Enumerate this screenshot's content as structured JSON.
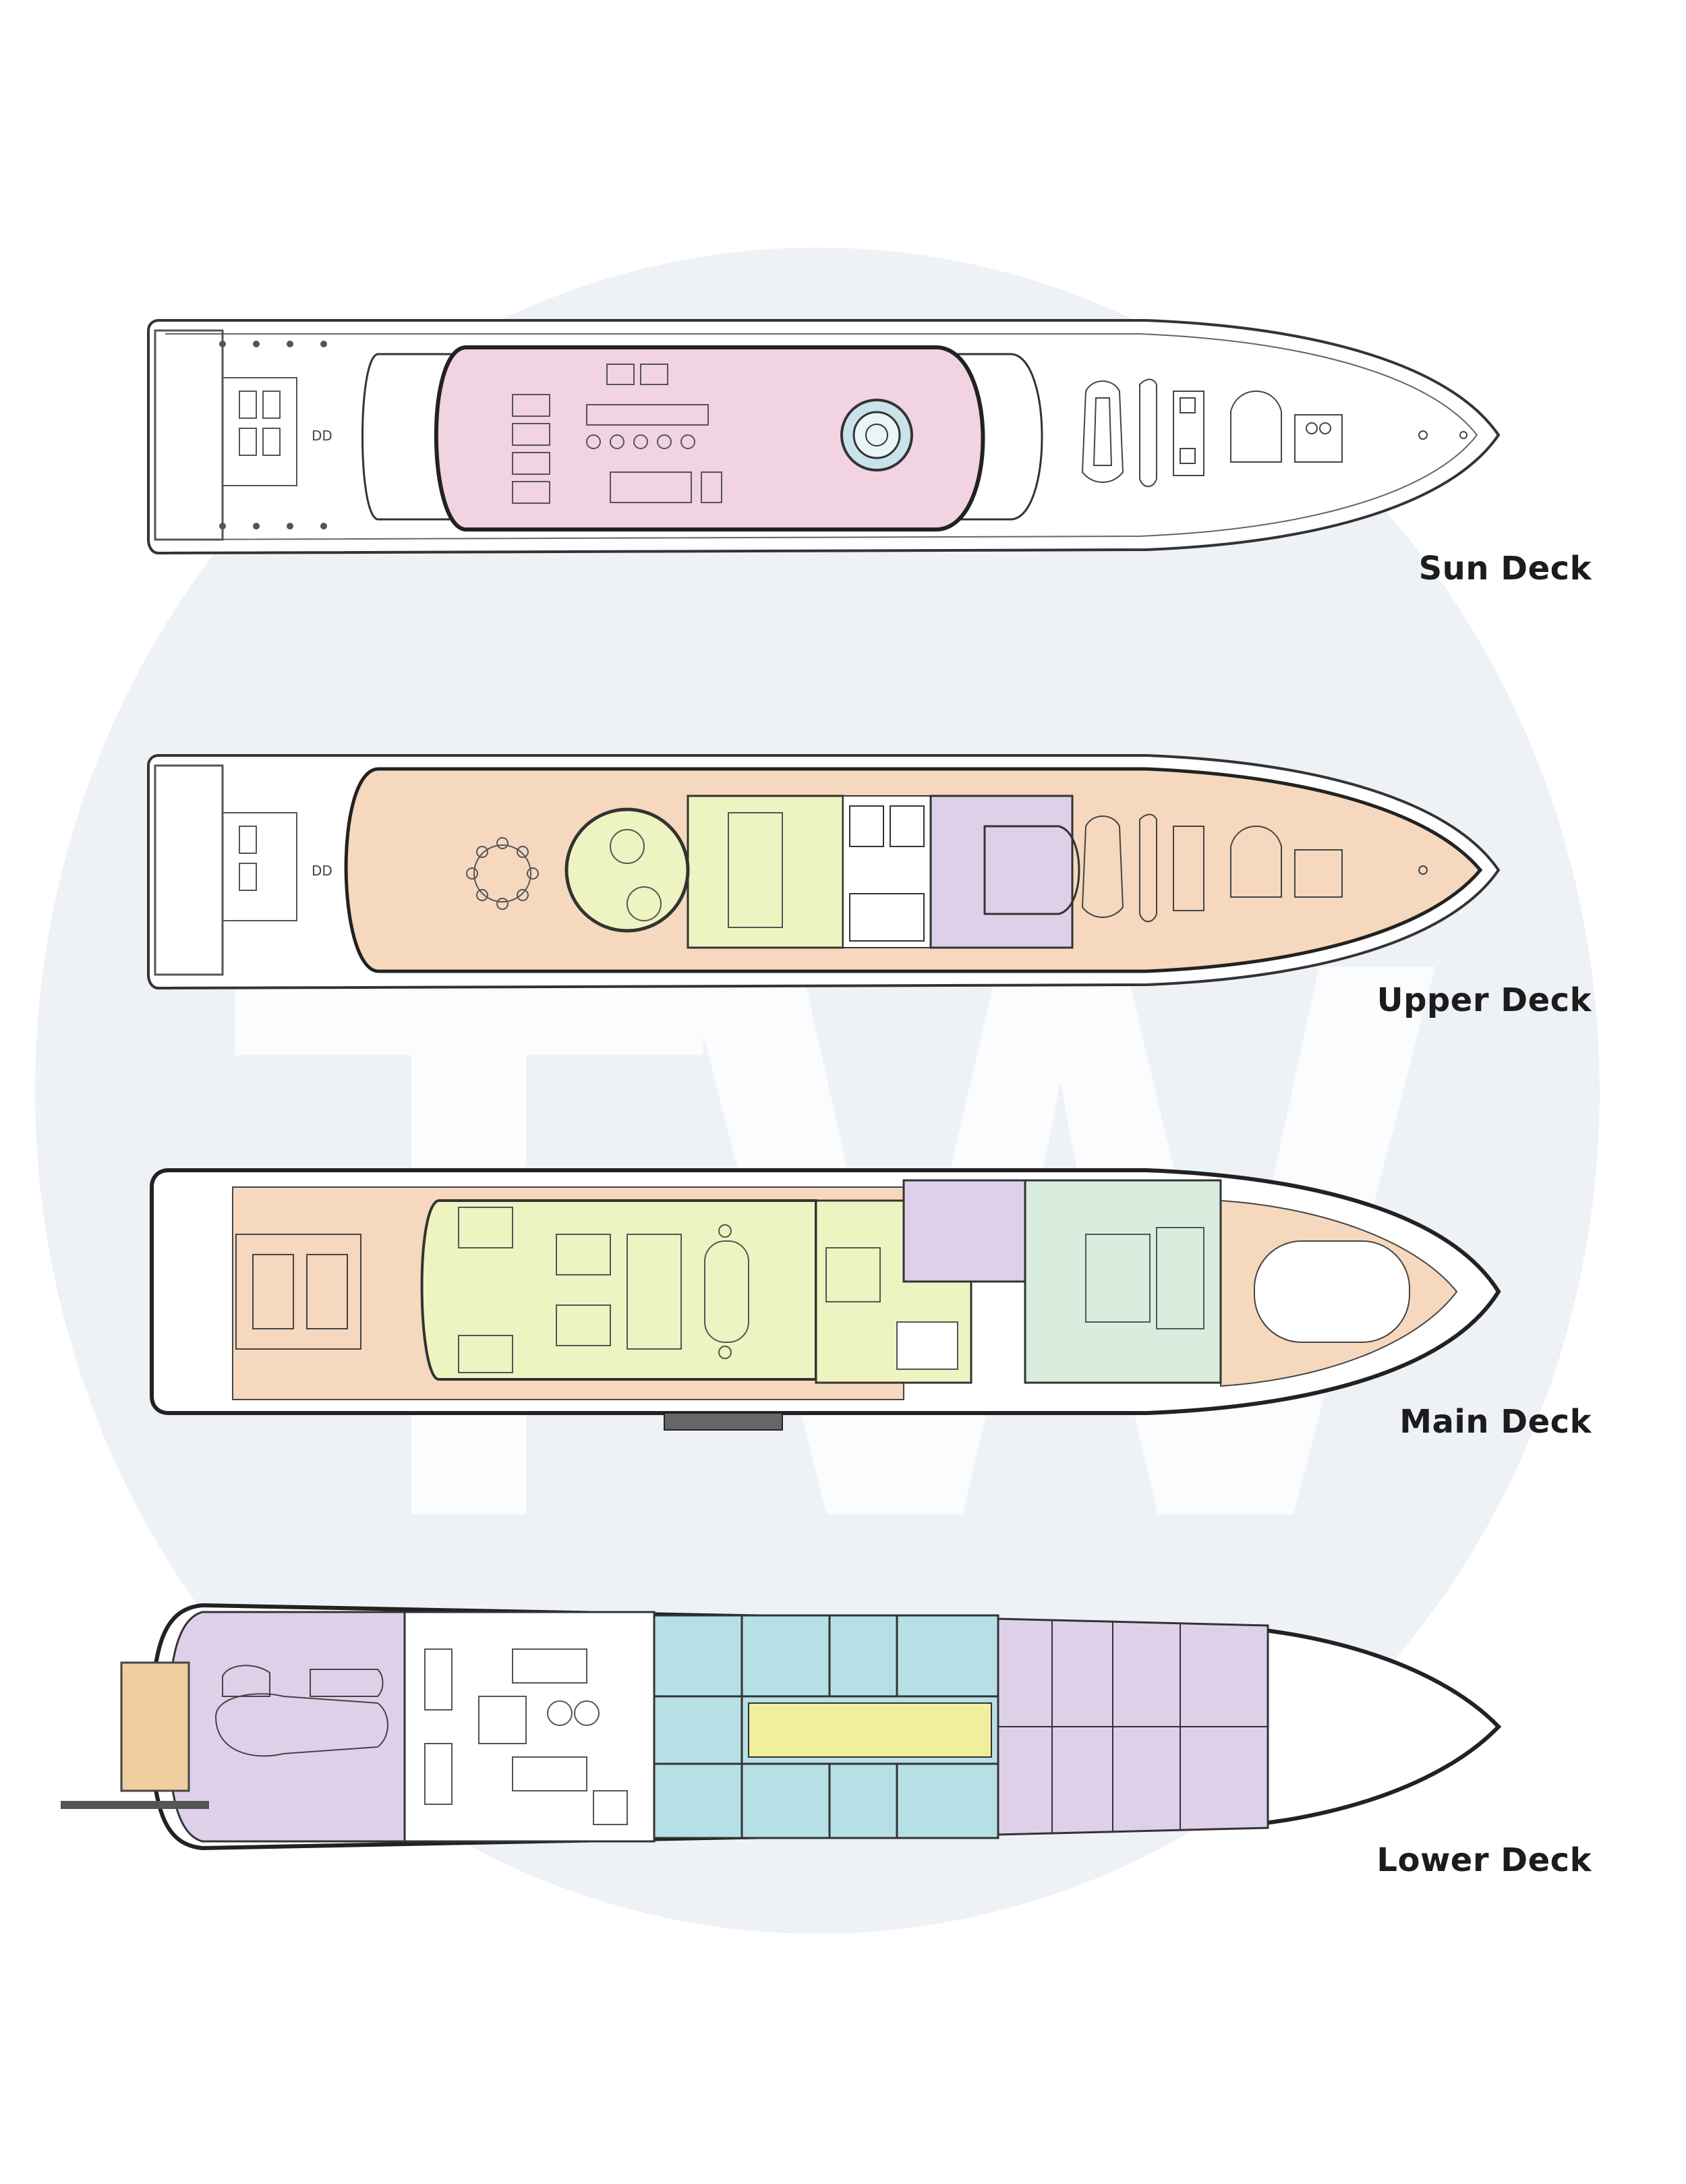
{
  "watermark": {
    "letters": "TW",
    "circle_color": "#eef1f6",
    "letter_color": "#fbfcfe"
  },
  "decks": [
    {
      "id": "sun",
      "label": "Sun Deck"
    },
    {
      "id": "upper",
      "label": "Upper Deck"
    },
    {
      "id": "main",
      "label": "Main Deck"
    },
    {
      "id": "lower",
      "label": "Lower Deck"
    }
  ],
  "zone_colors": {
    "pink": "#f1d3e2",
    "peach": "#f5d8bd",
    "lime": "#eef3c2",
    "lavender": "#dfd0ea",
    "mint": "#d9ecdd",
    "teal": "#b7e0e6",
    "yellow": "#f1ef9d",
    "orange": "#efcf9f"
  },
  "hull_markings": [
    "DD",
    "DD"
  ]
}
